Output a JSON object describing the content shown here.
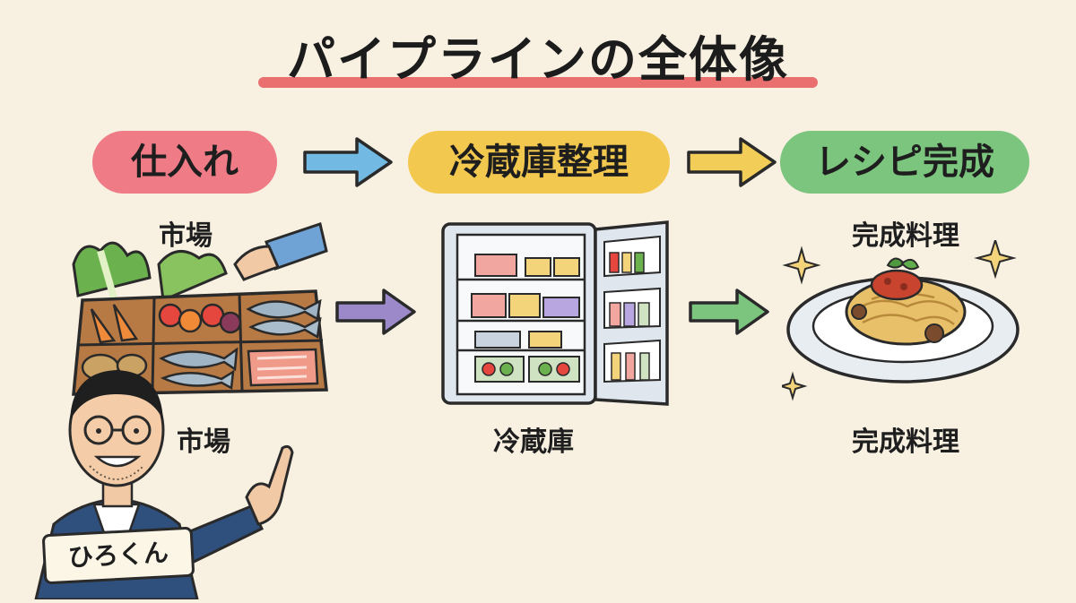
{
  "title": "パイプラインの全体像",
  "stages": [
    {
      "label": "仕入れ",
      "color": "#ee7b86"
    },
    {
      "label": "冷蔵庫整理",
      "color": "#f3c84e"
    },
    {
      "label": "レシピ完成",
      "color": "#7cc57e"
    }
  ],
  "header_arrow_colors": [
    "#72b9e3",
    "#f2cd57"
  ],
  "flow_arrow_colors": [
    "#9b89c9",
    "#7cc57e"
  ],
  "labels": {
    "market_top": "市場",
    "market_bottom": "市場",
    "fridge": "冷蔵庫",
    "dish_top": "完成料理",
    "dish_bottom": "完成料理"
  },
  "character": {
    "name": "ひろくん"
  }
}
